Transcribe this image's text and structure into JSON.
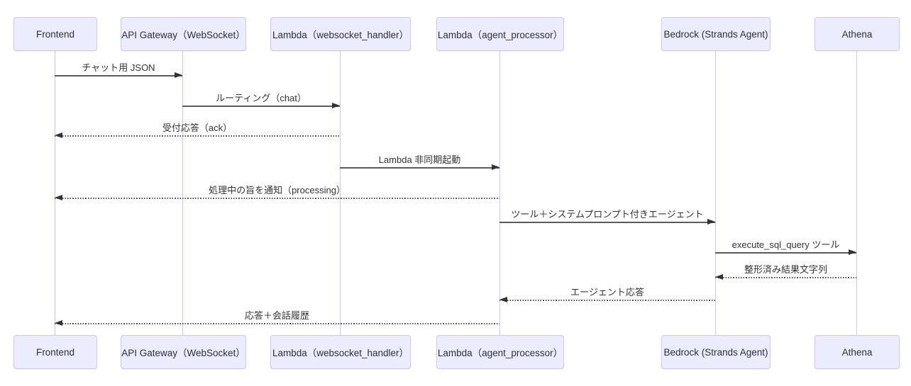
{
  "diagram": {
    "type": "sequence-diagram",
    "participants": [
      {
        "id": "frontend",
        "label": "Frontend"
      },
      {
        "id": "api-gateway",
        "label": "API Gateway（WebSocket）"
      },
      {
        "id": "lambda-websocket-handler",
        "label": "Lambda（websocket_handler）"
      },
      {
        "id": "lambda-agent-processor",
        "label": "Lambda（agent_processor）"
      },
      {
        "id": "bedrock-strands-agent",
        "label": "Bedrock (Strands Agent)"
      },
      {
        "id": "athena",
        "label": "Athena"
      }
    ],
    "messages": [
      {
        "from": "frontend",
        "to": "api-gateway",
        "style": "solid",
        "label": "チャット用 JSON"
      },
      {
        "from": "api-gateway",
        "to": "lambda-websocket-handler",
        "style": "solid",
        "label": "ルーティング（chat）"
      },
      {
        "from": "lambda-websocket-handler",
        "to": "frontend",
        "style": "dotted",
        "label": "受付応答（ack）"
      },
      {
        "from": "lambda-websocket-handler",
        "to": "lambda-agent-processor",
        "style": "solid",
        "label": "Lambda 非同期起動"
      },
      {
        "from": "lambda-agent-processor",
        "to": "frontend",
        "style": "dotted",
        "label": "処理中の旨を通知（processing）"
      },
      {
        "from": "lambda-agent-processor",
        "to": "bedrock-strands-agent",
        "style": "solid",
        "label": "ツール＋システムプロンプト付きエージェント"
      },
      {
        "from": "bedrock-strands-agent",
        "to": "athena",
        "style": "solid",
        "label": "execute_sql_query ツール"
      },
      {
        "from": "athena",
        "to": "bedrock-strands-agent",
        "style": "dotted",
        "label": "整形済み結果文字列"
      },
      {
        "from": "bedrock-strands-agent",
        "to": "lambda-agent-processor",
        "style": "dotted",
        "label": "エージェント応答"
      },
      {
        "from": "lambda-agent-processor",
        "to": "frontend",
        "style": "dotted",
        "label": "応答＋会話履歴"
      }
    ],
    "colors": {
      "actor_fill": "#ECECFF",
      "actor_border": "#cfc7ec",
      "lifeline": "#cfc6ec",
      "message_line": "#555555",
      "arrowhead": "#333333",
      "text": "#333333",
      "background": "#ffffff"
    }
  }
}
